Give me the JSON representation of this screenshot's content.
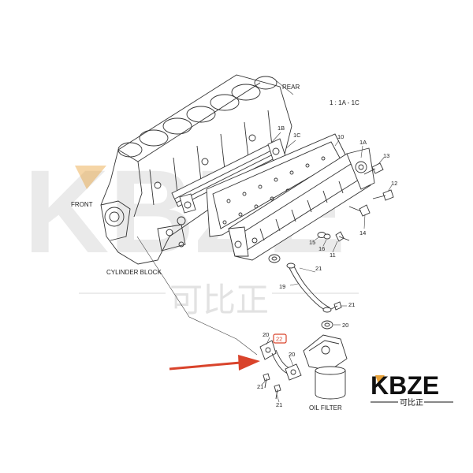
{
  "labels": {
    "rear": "REAR",
    "range": "1 : 1A - 1C",
    "front": "FRONT",
    "cylinder_block": "CYLINDER BLOCK",
    "oil_filter": "OIL FILTER"
  },
  "callouts": {
    "p1a": "1A",
    "p1b": "1B",
    "p1c": "1C",
    "p10": "10",
    "p11": "11",
    "p12": "12",
    "p13": "13",
    "p14": "14",
    "p15": "15",
    "p16": "16",
    "p19": "19",
    "p20a": "20",
    "p20b": "20",
    "p20c": "20",
    "p21a": "21",
    "p21b": "21",
    "p21c": "21",
    "p21d": "21",
    "p22": "22"
  },
  "watermark": {
    "latin": "KBZE",
    "chinese": "可比正"
  },
  "logo": {
    "brand": "KBZE",
    "chinese": "可比正"
  },
  "colors": {
    "arrow": "#d9432b",
    "highlight": "#d9432b",
    "watermark": "#d9d9d9",
    "logo_accent": "#e8a23a"
  }
}
